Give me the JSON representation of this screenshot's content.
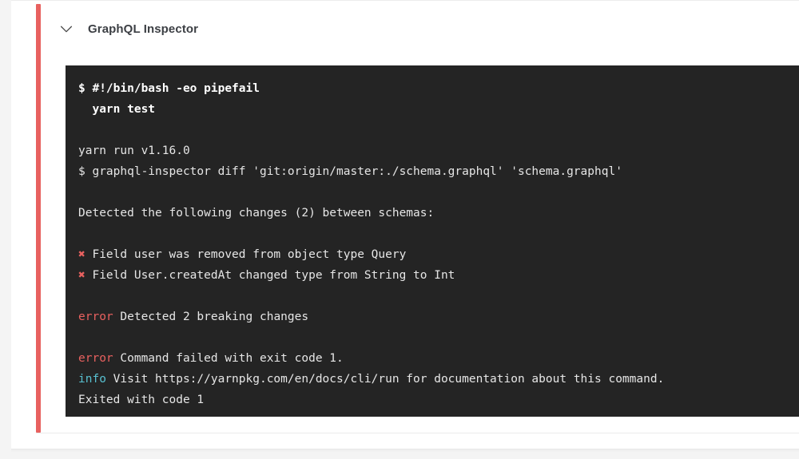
{
  "page": {
    "background_color": "#f4f4f4",
    "card_background": "#ffffff"
  },
  "step": {
    "status_color": "#e8615f",
    "collapse_icon": "chevron-down-icon",
    "title": "GraphQL Inspector"
  },
  "terminal": {
    "background_color": "#242424",
    "text_color": "#e6e6e6",
    "error_color": "#e8615f",
    "info_color": "#58c0d0",
    "lines": [
      {
        "id": "cmd-shebang",
        "bold": true,
        "tokens": [
          {
            "text": "$ #!/bin/bash -eo pipefail",
            "style": "plain"
          }
        ]
      },
      {
        "id": "cmd-yarn-test",
        "bold": true,
        "tokens": [
          {
            "text": "  yarn test",
            "style": "plain"
          }
        ]
      },
      {
        "id": "blank-1",
        "blank": true,
        "tokens": [
          {
            "text": " ",
            "style": "plain"
          }
        ]
      },
      {
        "id": "yarn-version",
        "tokens": [
          {
            "text": "yarn run v1.16.0",
            "style": "plain"
          }
        ]
      },
      {
        "id": "inspector-diff-cmd",
        "tokens": [
          {
            "text": "$ graphql-inspector diff 'git:origin/master:./schema.graphql' 'schema.graphql'",
            "style": "plain"
          }
        ]
      },
      {
        "id": "blank-2",
        "blank": true,
        "tokens": [
          {
            "text": " ",
            "style": "plain"
          }
        ]
      },
      {
        "id": "detected-changes",
        "tokens": [
          {
            "text": "Detected the following changes (2) between schemas:",
            "style": "plain"
          }
        ]
      },
      {
        "id": "blank-3",
        "blank": true,
        "tokens": [
          {
            "text": " ",
            "style": "plain"
          }
        ]
      },
      {
        "id": "change-1",
        "tokens": [
          {
            "text": "✖",
            "style": "cross"
          },
          {
            "text": " Field user was removed from object type Query",
            "style": "plain"
          }
        ]
      },
      {
        "id": "change-2",
        "tokens": [
          {
            "text": "✖",
            "style": "cross"
          },
          {
            "text": " Field User.createdAt changed type from String to Int",
            "style": "plain"
          }
        ]
      },
      {
        "id": "blank-4",
        "blank": true,
        "tokens": [
          {
            "text": " ",
            "style": "plain"
          }
        ]
      },
      {
        "id": "error-breaking-changes",
        "tokens": [
          {
            "text": "error",
            "style": "error"
          },
          {
            "text": " Detected 2 breaking changes",
            "style": "plain"
          }
        ]
      },
      {
        "id": "blank-5",
        "blank": true,
        "tokens": [
          {
            "text": " ",
            "style": "plain"
          }
        ]
      },
      {
        "id": "error-command-failed",
        "tokens": [
          {
            "text": "error",
            "style": "error"
          },
          {
            "text": " Command failed with exit code 1.",
            "style": "plain"
          }
        ]
      },
      {
        "id": "info-visit-docs",
        "tokens": [
          {
            "text": "info",
            "style": "info"
          },
          {
            "text": " Visit https://yarnpkg.com/en/docs/cli/run for documentation about this command.",
            "style": "plain"
          }
        ]
      },
      {
        "id": "exited-with-code",
        "tokens": [
          {
            "text": "Exited with code 1",
            "style": "plain"
          }
        ]
      }
    ]
  }
}
